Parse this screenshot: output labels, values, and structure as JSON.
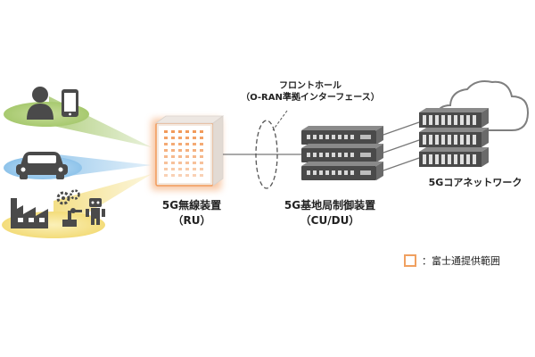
{
  "colors": {
    "accent_orange": "#f29a5a",
    "device_green": "#a7c96f",
    "device_blue": "#8ec3ea",
    "device_yellow": "#f3dc7a",
    "dark_grey": "#4a4a4a",
    "line_grey": "#777777"
  },
  "icons": [
    "person-icon",
    "smartphone-icon",
    "car-icon",
    "factory-icon",
    "robot-icon",
    "gear-icon",
    "radio-unit-icon",
    "server-icon",
    "cloud-icon"
  ],
  "labels": {
    "fronthaul_title": "フロントホール",
    "fronthaul_subtitle": "（O-RAN準拠インターフェース）",
    "ru_name": "5G無線装置",
    "ru_abbr": "（RU）",
    "cudu_name": "5G基地局制御装置",
    "cudu_abbr": "（CU/DU）",
    "core_name": "5Gコアネットワーク"
  },
  "legend": {
    "text": "：富士通提供範囲"
  }
}
